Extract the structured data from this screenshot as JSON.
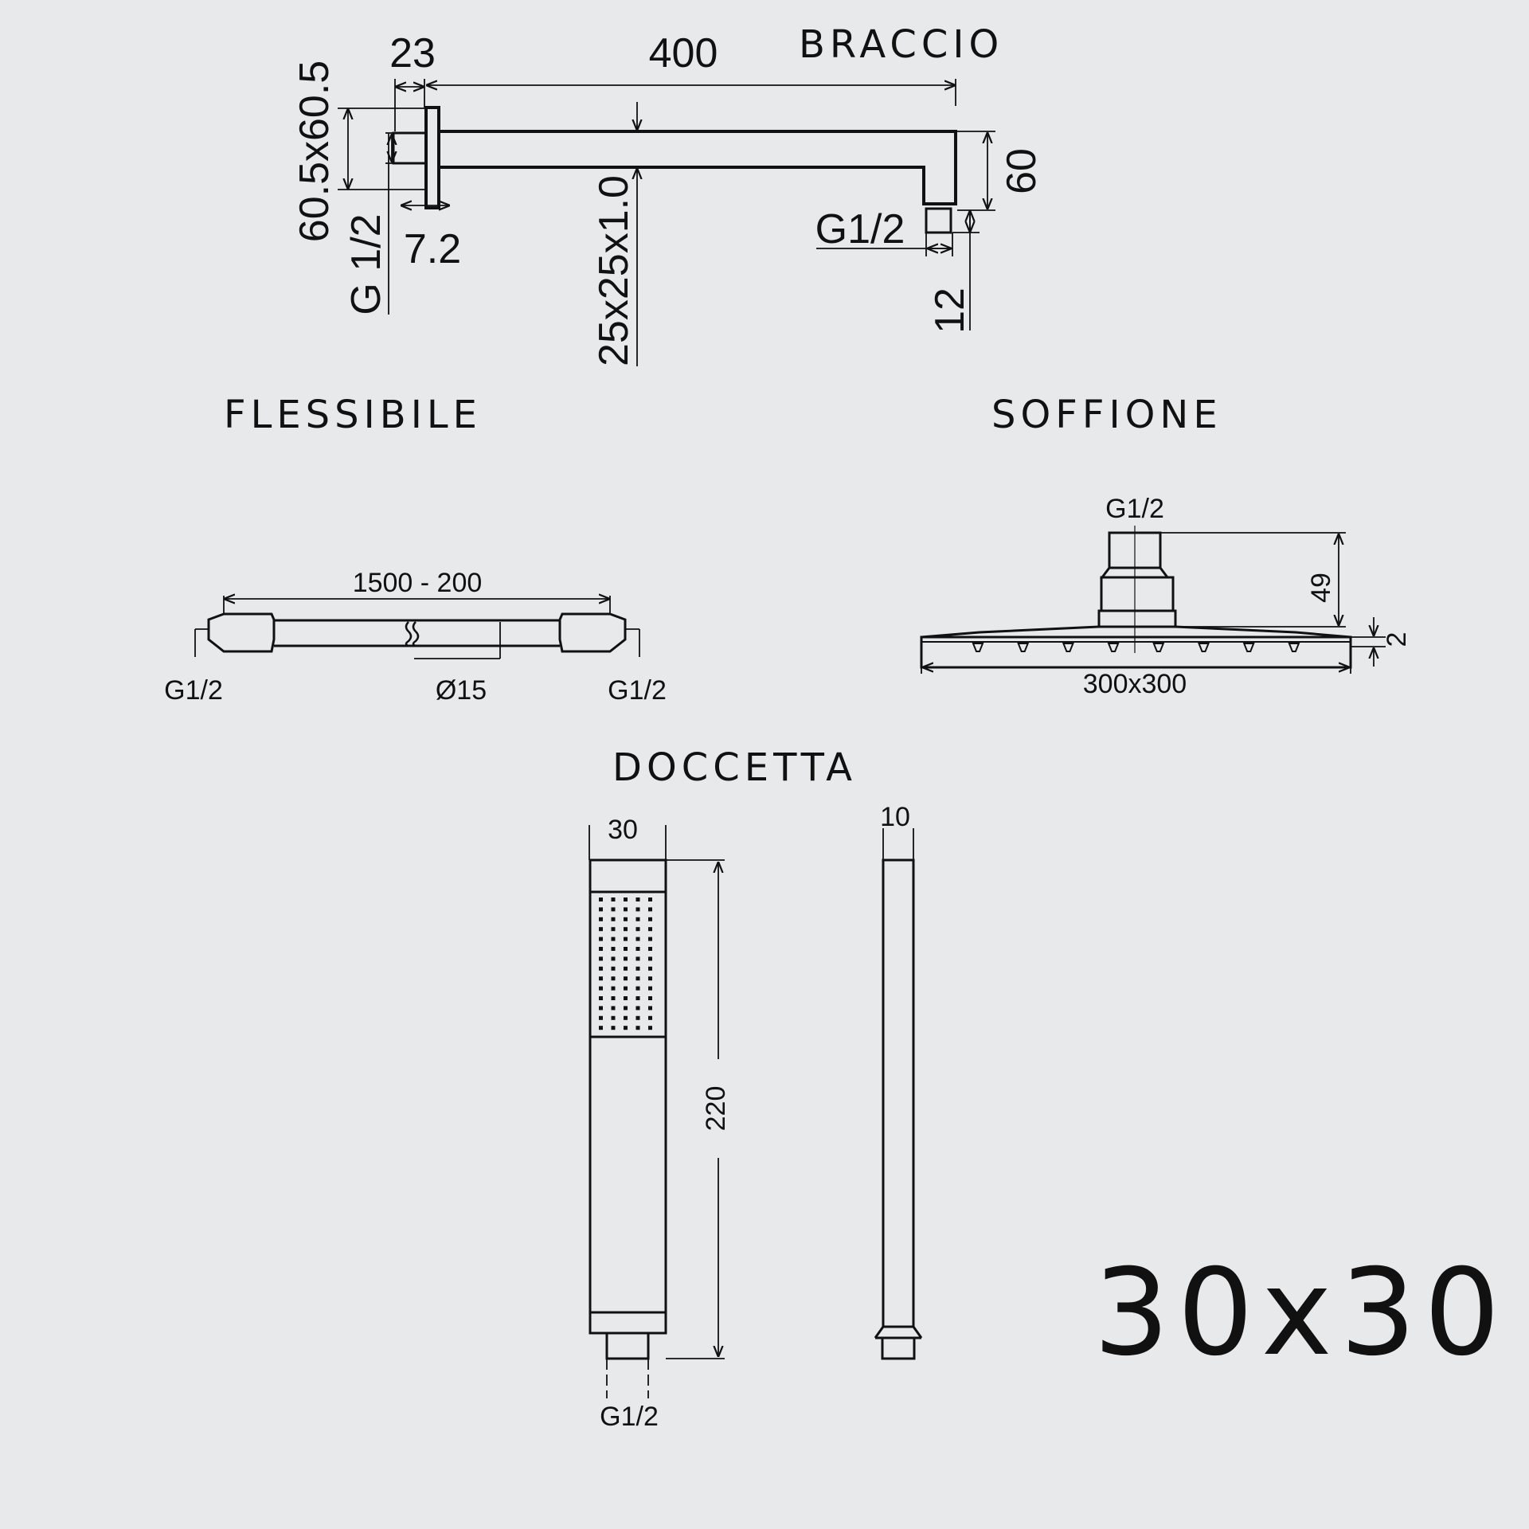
{
  "braccio": {
    "title": "BRACCIO",
    "dims": {
      "flange_depth": "23",
      "arm_length": "400",
      "flange_size": "60.5x60.5",
      "inlet_thread": "G 1/2",
      "plate_thickness": "7.2",
      "tube_section": "25x25x1.0",
      "drop_height": "60",
      "outlet_thread": "G1/2",
      "outlet_length": "12"
    }
  },
  "flessibile": {
    "title": "FLESSIBILE",
    "dims": {
      "length": "1500 - 200",
      "left_thread": "G1/2",
      "diameter": "Ø15",
      "right_thread": "G1/2"
    }
  },
  "soffione": {
    "title": "SOFFIONE",
    "dims": {
      "thread": "G1/2",
      "height": "49",
      "plate_thickness": "2",
      "size": "300x300"
    }
  },
  "doccetta": {
    "title": "DOCCETTA",
    "dims": {
      "width": "30",
      "length": "220",
      "depth": "10",
      "thread": "G1/2"
    }
  },
  "model_size": "30x30",
  "colors": {
    "background": "#e8e9ea",
    "line": "#111111"
  }
}
